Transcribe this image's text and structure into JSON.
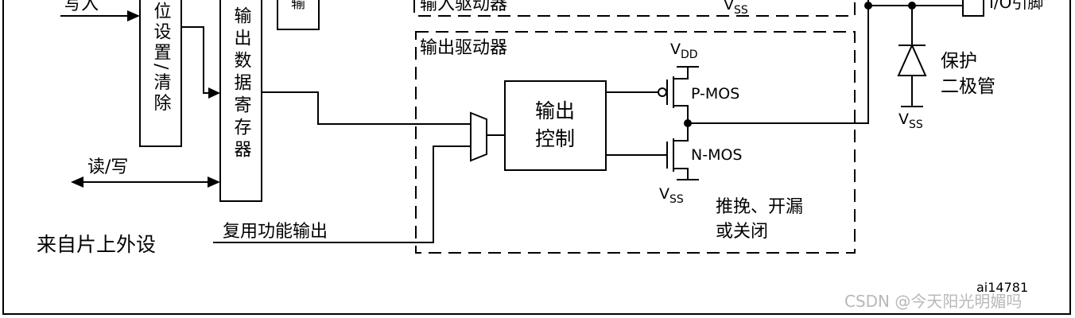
{
  "labels": {
    "write": "写入",
    "bit_set_clear": "位设置/清除",
    "output_data_register": "输出数据寄存器",
    "input_driver": "输入驱动器",
    "output_driver": "输出驱动器",
    "vss_top": "V",
    "vss_top_sub": "SS",
    "io_pin": "I/O引脚",
    "protect_diode_1": "保护",
    "protect_diode_2": "二极管",
    "vss_diode": "V",
    "vss_diode_sub": "SS",
    "vdd": "V",
    "vdd_sub": "DD",
    "pmos": "P-MOS",
    "nmos": "N-MOS",
    "vss_nmos": "V",
    "vss_nmos_sub": "SS",
    "output_control_1": "输出",
    "output_control_2": "控制",
    "read_write": "读/写",
    "push_pull_1": "推挽、开漏",
    "push_pull_2": "或关闭",
    "alt_func_output": "复用功能输出",
    "from_peripheral": "来自片上外设",
    "figure_id": "ai14781",
    "watermark": "CSDN @今天阳光明媚吗"
  }
}
